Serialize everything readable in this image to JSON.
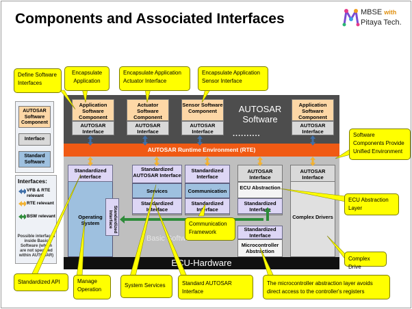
{
  "title": "Components and Associated Interfaces",
  "brand": {
    "line1": "MBSE",
    "with": "with",
    "line2": "Pitaya Tech."
  },
  "layers": {
    "autosar_software": "AUTOSAR Software",
    "dots": "..........",
    "rte": "AUTOSAR Runtime Environment (RTE)",
    "basic_software": "Basic Software",
    "ecu_hardware": "ECU-Hardware"
  },
  "sw_components": [
    {
      "name": "Application Software Component",
      "interface": "AUTOSAR Interface"
    },
    {
      "name": "Actuator Software Component",
      "interface": "AUTOSAR Interface"
    },
    {
      "name": "Sensor Software Component",
      "interface": "AUTOSAR Interface"
    },
    {
      "name": "Application Software Component",
      "interface": "AUTOSAR Interface"
    }
  ],
  "bsw": {
    "os_iface": "Standardized Interface",
    "os": "Operating System",
    "os_side": "Standardized Interface",
    "services_top": "Standardized AUTOSAR Interface",
    "services": "Services",
    "services_bottom": "Standardized Interface",
    "comm_top": "Standardized Interface",
    "comm": "Communication",
    "comm_bottom": "Standardized Interface",
    "ecu_abs_top": "AUTOSAR Interface",
    "ecu_abs": "ECU Abstraction",
    "ecu_abs_bottom": "Standardized Interface",
    "mc_top": "Standardized Interface",
    "mc": "Microcontroller Abstraction",
    "cd_top": "AUTOSAR Interface",
    "cd": "Complex Drivers"
  },
  "legend": {
    "items": [
      "AUTOSAR Software Component",
      "Interface",
      "Standard Software"
    ],
    "interfaces_title": "Interfaces:",
    "vfb": "VFB & RTE relevant",
    "rte": "RTE relevant",
    "bsw": "BSW relevant",
    "note": "Possible interfaces inside Basic Software (which are not specified within AUTOSAR)"
  },
  "callouts": {
    "define": "Define Software Interfaces",
    "encap_app": "Encapsulate Application",
    "encap_act": "Encapsulate Application Actuator Interface",
    "encap_sensor": "Encapsulate Application Sensor Interface",
    "unified": "Software Components Provide Unified Environment",
    "ecu_layer": "ECU Abstraction Layer",
    "complex": "Complex Drive",
    "comm_fw": "Communication Framework",
    "std_api": "Standardized API",
    "manage": "Manage Operation",
    "sys_services": "System Services",
    "std_autosar": "Standard AUTOSAR Interface",
    "mc_note": "The microcontroller abstraction layer avoids direct access to the controller's registers"
  },
  "colors": {
    "rte": "#f05a14",
    "callout": "#ffff00",
    "component": "#fdd7a6",
    "os": "#9ec0df"
  }
}
